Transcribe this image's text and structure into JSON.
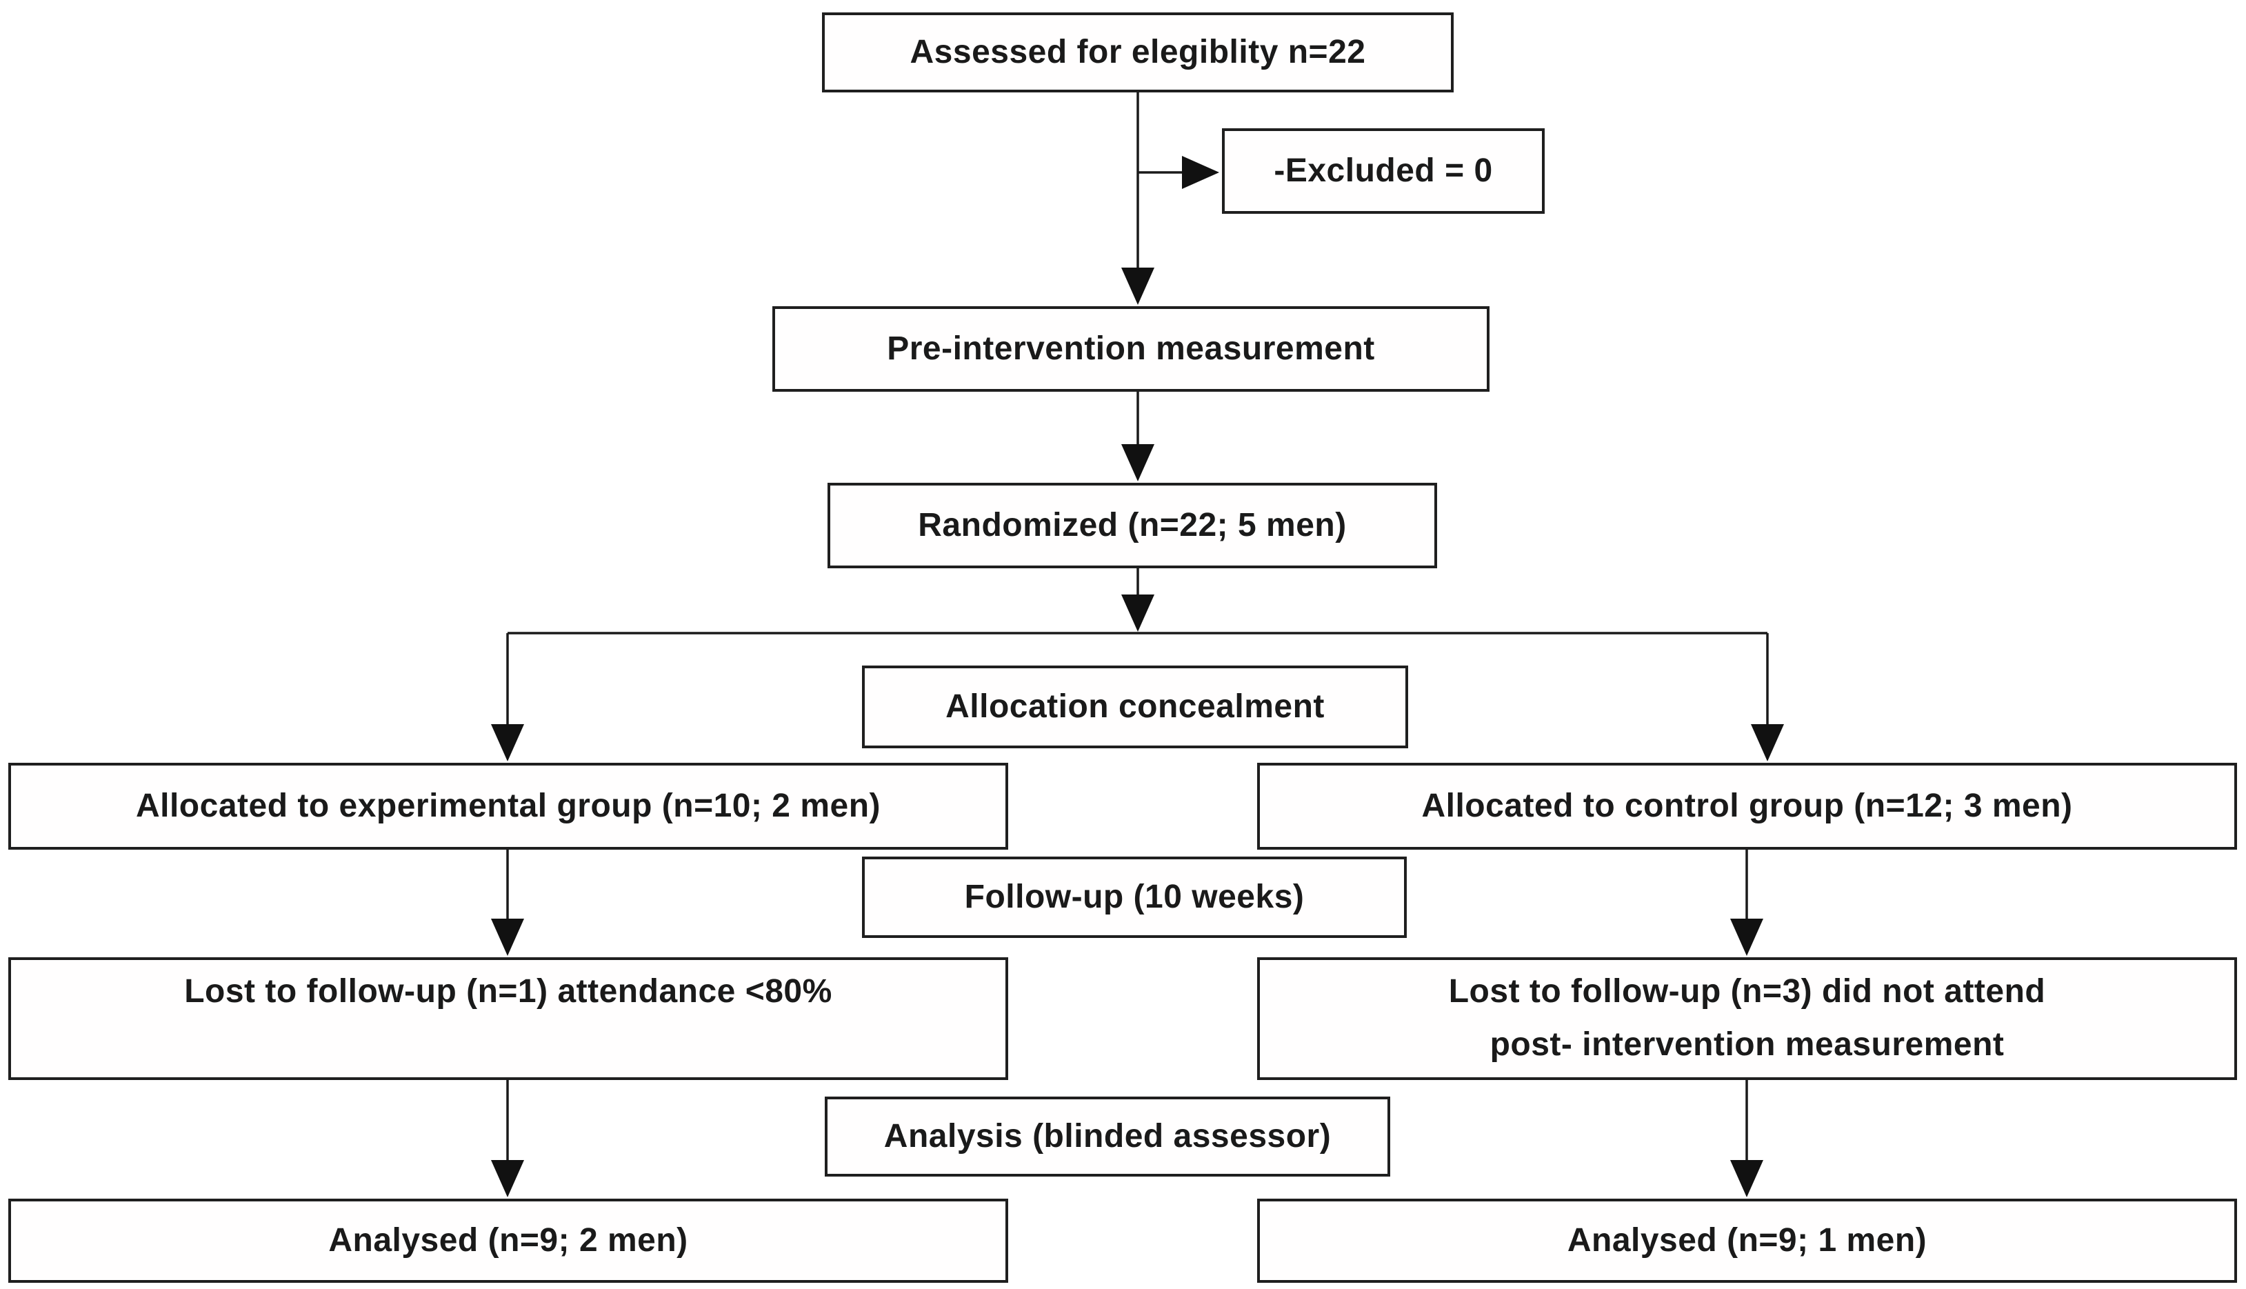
{
  "figure": {
    "kind": "randomized-trial-flow-diagram"
  },
  "colors": {
    "background": "#ffffff",
    "box_fill": "#fffefe",
    "box_border": "#1f1f1f",
    "text": "#1a1a1a",
    "connector": "#1a1a1a"
  },
  "nodes": {
    "assessed": {
      "label": "Assessed for elegiblity n=22"
    },
    "excluded": {
      "label": "-Excluded = 0"
    },
    "pre_intervention": {
      "label": "Pre-intervention measurement"
    },
    "randomized": {
      "label": "Randomized (n=22; 5 men)"
    },
    "allocation_concealment": {
      "label": "Allocation concealment"
    },
    "allocated_experimental": {
      "label": "Allocated to experimental group (n=10; 2 men)"
    },
    "allocated_control": {
      "label": "Allocated to control group (n=12; 3 men)"
    },
    "follow_up": {
      "label": "Follow-up (10 weeks)"
    },
    "lost_experimental": {
      "label": "Lost to follow-up (n=1) attendance <80%"
    },
    "lost_control": {
      "lines": [
        "Lost to follow-up (n=3) did not attend",
        "post- intervention measurement"
      ]
    },
    "analysis": {
      "label": "Analysis (blinded assessor)"
    },
    "analysed_experimental": {
      "label": "Analysed (n=9; 2 men)"
    },
    "analysed_control": {
      "label": "Analysed (n=9; 1 men)"
    }
  },
  "edges": [
    {
      "from": "assessed",
      "to": "excluded"
    },
    {
      "from": "assessed",
      "to": "pre_intervention"
    },
    {
      "from": "pre_intervention",
      "to": "randomized"
    },
    {
      "from": "randomized",
      "to": "allocated_experimental"
    },
    {
      "from": "randomized",
      "to": "allocated_control"
    },
    {
      "from": "allocated_experimental",
      "to": "lost_experimental"
    },
    {
      "from": "allocated_control",
      "to": "lost_control"
    },
    {
      "from": "lost_experimental",
      "to": "analysed_experimental"
    },
    {
      "from": "lost_control",
      "to": "analysed_control"
    }
  ]
}
